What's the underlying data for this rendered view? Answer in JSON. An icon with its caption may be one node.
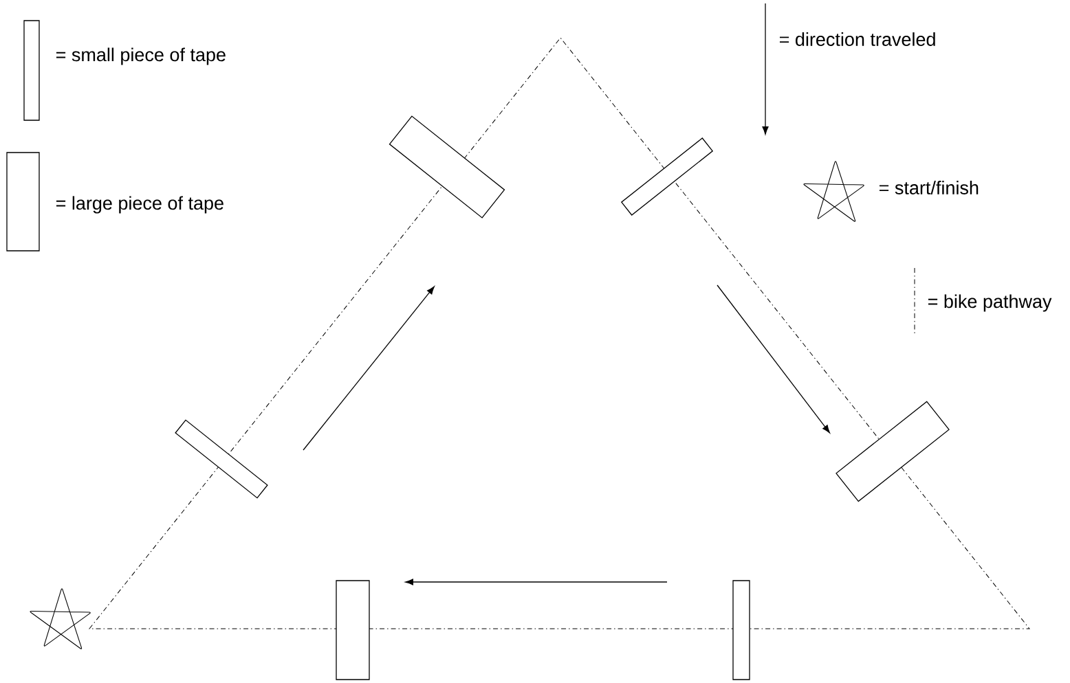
{
  "diagram": {
    "legend": [
      {
        "text": "= small piece of tape"
      },
      {
        "text": "= large piece of tape"
      },
      {
        "text": "= direction traveled"
      },
      {
        "text": "= start/finish"
      },
      {
        "text": "= bike pathway"
      }
    ]
  }
}
